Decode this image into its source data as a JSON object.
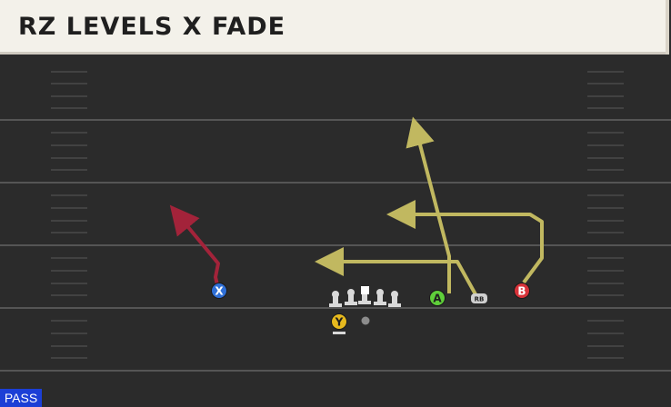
{
  "header": {
    "title": "RZ LEVELS X FADE"
  },
  "badge": {
    "label": "PASS"
  },
  "players": {
    "x": {
      "label": "X",
      "color": "#2f6fd6"
    },
    "y": {
      "label": "Y",
      "color": "#e6b91e"
    },
    "a": {
      "label": "A",
      "color": "#5fcf3a"
    },
    "b": {
      "label": "B",
      "color": "#d8333a"
    },
    "rb": {
      "label": "RB",
      "color": "#d0d0d0"
    }
  },
  "colors": {
    "field": "#2b2b2b",
    "yard_line": "#555555",
    "route_primary": "#c1b860",
    "route_x": "#a3233a"
  }
}
